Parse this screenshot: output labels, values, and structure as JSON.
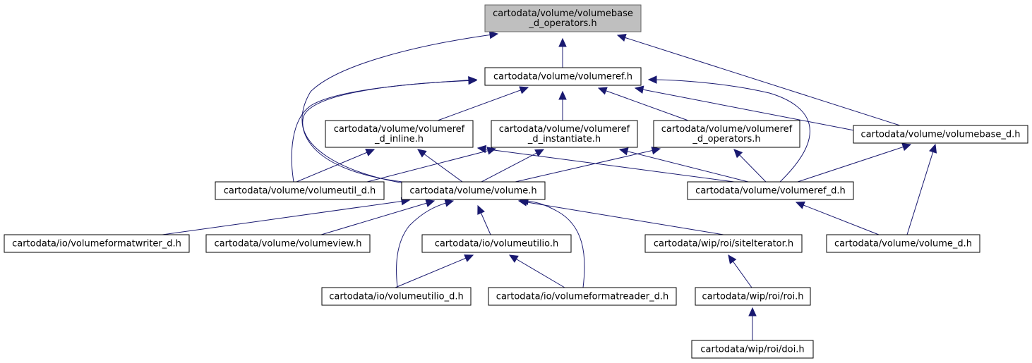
{
  "nodes": [
    {
      "id": "volumebase_d_operators",
      "lines": [
        "cartodata/volume/volumebase",
        "_d_operators.h"
      ],
      "root": true
    },
    {
      "id": "volumeref",
      "lines": [
        "cartodata/volume/volumeref.h"
      ]
    },
    {
      "id": "volumeref_d_inline",
      "lines": [
        "cartodata/volume/volumeref",
        "_d_inline.h"
      ]
    },
    {
      "id": "volumeref_d_instantiate",
      "lines": [
        "cartodata/volume/volumeref",
        "_d_instantiate.h"
      ]
    },
    {
      "id": "volumeref_d_operators",
      "lines": [
        "cartodata/volume/volumeref",
        "_d_operators.h"
      ]
    },
    {
      "id": "volumebase_d",
      "lines": [
        "cartodata/volume/volumebase_d.h"
      ]
    },
    {
      "id": "volumeutil_d",
      "lines": [
        "cartodata/volume/volumeutil_d.h"
      ]
    },
    {
      "id": "volume",
      "lines": [
        "cartodata/volume/volume.h"
      ]
    },
    {
      "id": "volumeref_d",
      "lines": [
        "cartodata/volume/volumeref_d.h"
      ]
    },
    {
      "id": "volumeformatwriter_d",
      "lines": [
        "cartodata/io/volumeformatwriter_d.h"
      ]
    },
    {
      "id": "volumeview",
      "lines": [
        "cartodata/volume/volumeview.h"
      ]
    },
    {
      "id": "volumeutilio",
      "lines": [
        "cartodata/io/volumeutilio.h"
      ]
    },
    {
      "id": "siteIterator",
      "lines": [
        "cartodata/wip/roi/siteIterator.h"
      ]
    },
    {
      "id": "volume_d",
      "lines": [
        "cartodata/volume/volume_d.h"
      ]
    },
    {
      "id": "volumeutilio_d",
      "lines": [
        "cartodata/io/volumeutilio_d.h"
      ]
    },
    {
      "id": "volumeformatreader_d",
      "lines": [
        "cartodata/io/volumeformatreader_d.h"
      ]
    },
    {
      "id": "roi",
      "lines": [
        "cartodata/wip/roi/roi.h"
      ]
    },
    {
      "id": "doi",
      "lines": [
        "cartodata/wip/roi/doi.h"
      ]
    }
  ],
  "edges": [
    {
      "from": "volumeref",
      "to": "volumebase_d_operators"
    },
    {
      "from": "volume",
      "to": "volumebase_d_operators"
    },
    {
      "from": "volumebase_d",
      "to": "volumebase_d_operators"
    },
    {
      "from": "volumeref_d_inline",
      "to": "volumeref"
    },
    {
      "from": "volumeref_d_instantiate",
      "to": "volumeref"
    },
    {
      "from": "volumeref_d_operators",
      "to": "volumeref"
    },
    {
      "from": "volumebase_d",
      "to": "volumeref"
    },
    {
      "from": "volumeutil_d",
      "to": "volumeref"
    },
    {
      "from": "volume",
      "to": "volumeref"
    },
    {
      "from": "volumeref_d",
      "to": "volumeref"
    },
    {
      "from": "volumeutil_d",
      "to": "volumeref_d_inline"
    },
    {
      "from": "volume",
      "to": "volumeref_d_inline"
    },
    {
      "from": "volumeref_d",
      "to": "volumeref_d_inline"
    },
    {
      "from": "volumeutil_d",
      "to": "volumeref_d_instantiate"
    },
    {
      "from": "volume",
      "to": "volumeref_d_instantiate"
    },
    {
      "from": "volumeref_d",
      "to": "volumeref_d_instantiate"
    },
    {
      "from": "volume",
      "to": "volumeref_d_operators"
    },
    {
      "from": "volumeref_d",
      "to": "volumeref_d_operators"
    },
    {
      "from": "volumeref_d",
      "to": "volumebase_d"
    },
    {
      "from": "volume_d",
      "to": "volumebase_d"
    },
    {
      "from": "volumeformatwriter_d",
      "to": "volume"
    },
    {
      "from": "volumeview",
      "to": "volume"
    },
    {
      "from": "volumeutilio",
      "to": "volume"
    },
    {
      "from": "volumeutilio_d",
      "to": "volume"
    },
    {
      "from": "volumeformatreader_d",
      "to": "volume"
    },
    {
      "from": "siteIterator",
      "to": "volume"
    },
    {
      "from": "volume_d",
      "to": "volumeref_d"
    },
    {
      "from": "volumeutilio_d",
      "to": "volumeutilio"
    },
    {
      "from": "volumeformatreader_d",
      "to": "volumeutilio"
    },
    {
      "from": "roi",
      "to": "siteIterator"
    },
    {
      "from": "doi",
      "to": "roi"
    }
  ],
  "colors": {
    "edge": "#191970",
    "root_fill": "#bfbfbf",
    "root_stroke": "#666666",
    "node_stroke": "#000000"
  }
}
